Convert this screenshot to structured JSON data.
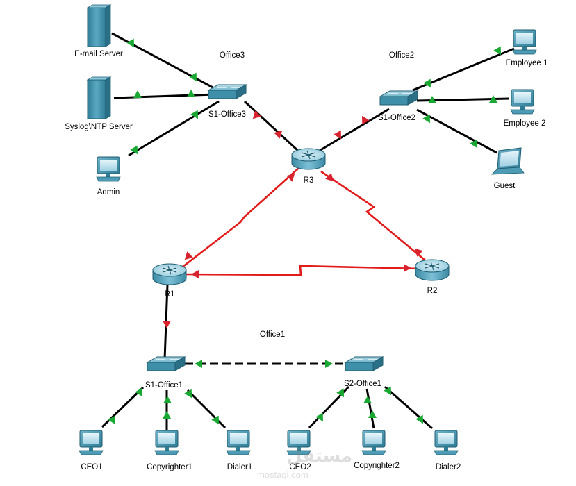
{
  "offices": [
    {
      "id": "office3",
      "label": "Office3"
    },
    {
      "id": "office2",
      "label": "Office2"
    },
    {
      "id": "office1",
      "label": "Office1"
    }
  ],
  "devices": [
    {
      "id": "email",
      "type": "server",
      "label": "E-mail Server"
    },
    {
      "id": "syslog",
      "type": "server",
      "label": "Syslog\\NTP Server"
    },
    {
      "id": "admin",
      "type": "pc",
      "label": "Admin"
    },
    {
      "id": "s1o3",
      "type": "switch",
      "label": "S1-Office3"
    },
    {
      "id": "r3",
      "type": "router",
      "label": "R3"
    },
    {
      "id": "s1o2",
      "type": "switch",
      "label": "S1-Office2"
    },
    {
      "id": "emp1",
      "type": "pc",
      "label": "Employee 1"
    },
    {
      "id": "emp2",
      "type": "pc",
      "label": "Employee 2"
    },
    {
      "id": "guest",
      "type": "laptop",
      "label": "Guest"
    },
    {
      "id": "r1",
      "type": "router",
      "label": "R1"
    },
    {
      "id": "r2",
      "type": "router",
      "label": "R2"
    },
    {
      "id": "s1o1",
      "type": "switch",
      "label": "S1-Office1"
    },
    {
      "id": "s2o1",
      "type": "switch",
      "label": "S2-Office1"
    },
    {
      "id": "ceo1",
      "type": "pc",
      "label": "CEO1"
    },
    {
      "id": "copy1",
      "type": "pc",
      "label": "Copyrighter1"
    },
    {
      "id": "dialer1",
      "type": "pc",
      "label": "Dialer1"
    },
    {
      "id": "ceo2",
      "type": "pc",
      "label": "CEO2"
    },
    {
      "id": "copy2",
      "type": "pc",
      "label": "Copyrighter2"
    },
    {
      "id": "dialer2",
      "type": "pc",
      "label": "Dialer2"
    }
  ],
  "links": [
    {
      "from": "email",
      "to": "s1o3",
      "kind": "ethernet"
    },
    {
      "from": "syslog",
      "to": "s1o3",
      "kind": "ethernet"
    },
    {
      "from": "admin",
      "to": "s1o3",
      "kind": "ethernet"
    },
    {
      "from": "s1o3",
      "to": "r3",
      "kind": "ethernet-down"
    },
    {
      "from": "r3",
      "to": "s1o2",
      "kind": "ethernet-down"
    },
    {
      "from": "s1o2",
      "to": "emp1",
      "kind": "ethernet"
    },
    {
      "from": "s1o2",
      "to": "emp2",
      "kind": "ethernet"
    },
    {
      "from": "s1o2",
      "to": "guest",
      "kind": "ethernet"
    },
    {
      "from": "r3",
      "to": "r1",
      "kind": "serial-down"
    },
    {
      "from": "r3",
      "to": "r2",
      "kind": "serial-down"
    },
    {
      "from": "r1",
      "to": "r2",
      "kind": "serial-down"
    },
    {
      "from": "r1",
      "to": "s1o1",
      "kind": "ethernet-down"
    },
    {
      "from": "s1o1",
      "to": "s2o1",
      "kind": "crossover"
    },
    {
      "from": "s1o1",
      "to": "ceo1",
      "kind": "ethernet"
    },
    {
      "from": "s1o1",
      "to": "copy1",
      "kind": "ethernet"
    },
    {
      "from": "s1o1",
      "to": "dialer1",
      "kind": "ethernet"
    },
    {
      "from": "s2o1",
      "to": "ceo2",
      "kind": "ethernet"
    },
    {
      "from": "s2o1",
      "to": "copy2",
      "kind": "ethernet"
    },
    {
      "from": "s2o1",
      "to": "dialer2",
      "kind": "ethernet"
    }
  ],
  "colors": {
    "link_up": "#19a832",
    "link_down": "#d8232f",
    "cable": "#000000",
    "serial": "#e11a1a",
    "device_body": "#3f8fa8",
    "device_light": "#cfe6ee"
  },
  "watermark": {
    "arabic": "مستقل",
    "latin": "mostaql.com"
  }
}
